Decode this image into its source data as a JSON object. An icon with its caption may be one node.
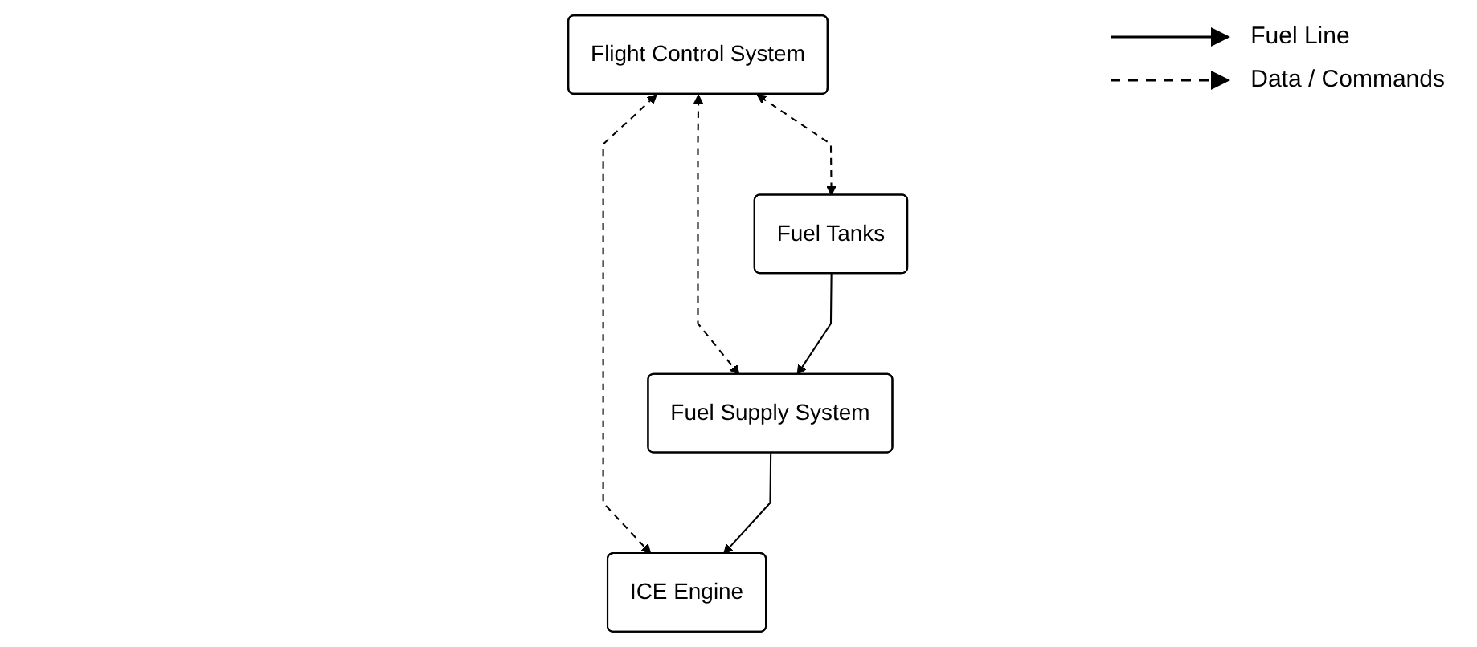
{
  "diagram": {
    "nodes": [
      {
        "text": [
          "Flight Control System"
        ]
      },
      {
        "text": [
          "Fuel Tanks"
        ]
      },
      {
        "text": [
          "Fuel Supply System"
        ]
      },
      {
        "text": [
          "ICE Engine"
        ]
      }
    ],
    "edges": [
      {
        "from": 0,
        "to": 1,
        "arrow": "both",
        "style": "dashed"
      },
      {
        "from": 0,
        "to": 2,
        "arrow": "both",
        "style": "dashed"
      },
      {
        "from": 0,
        "to": 3,
        "arrow": "both",
        "style": "dashed"
      },
      {
        "from": 1,
        "to": 2,
        "arrow": "to"
      },
      {
        "from": 2,
        "to": 3,
        "arrow": "to"
      }
    ],
    "legend": [
      {
        "text": "Fuel Line"
      },
      {
        "text": "Data / Commands"
      }
    ]
  }
}
